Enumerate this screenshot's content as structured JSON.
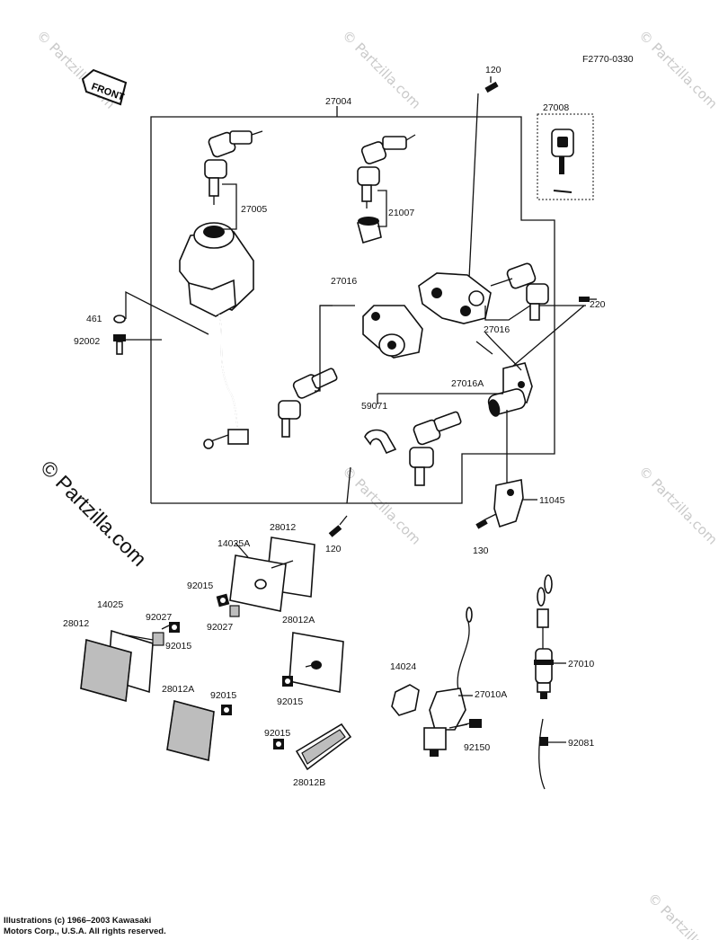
{
  "diagram_code": "F2770-0330",
  "front_label": "FRONT",
  "watermark": "© Partzilla.com",
  "copyright": {
    "line1": "Illustrations (c) 1966–2003 Kawasaki",
    "line2": "Motors Corp., U.S.A.  All rights reserved."
  },
  "parts": {
    "p27004": "27004",
    "p27005": "27005",
    "p21007": "21007",
    "p27008": "27008",
    "p120_top": "120",
    "p27016_upper": "27016",
    "p27016_right": "27016",
    "p220": "220",
    "p461": "461",
    "p92002": "92002",
    "p27016A": "27016A",
    "p59071": "59071",
    "p11045": "11045",
    "p130": "130",
    "p120_mid": "120",
    "p28012_top": "28012",
    "p14025A": "14025A",
    "p92015_a": "92015",
    "p92027_a": "92027",
    "p14025": "14025",
    "p92027_b": "92027",
    "p28012_left": "28012",
    "p92015_b": "92015",
    "p28012A_mid": "28012A",
    "p92015_c": "92015",
    "p28012A_left": "28012A",
    "p92015_d": "92015",
    "p92015_e": "92015",
    "p28012B": "28012B",
    "p14024": "14024",
    "p27010A": "27010A",
    "p92150": "92150",
    "p27010": "27010",
    "p92081": "92081"
  }
}
